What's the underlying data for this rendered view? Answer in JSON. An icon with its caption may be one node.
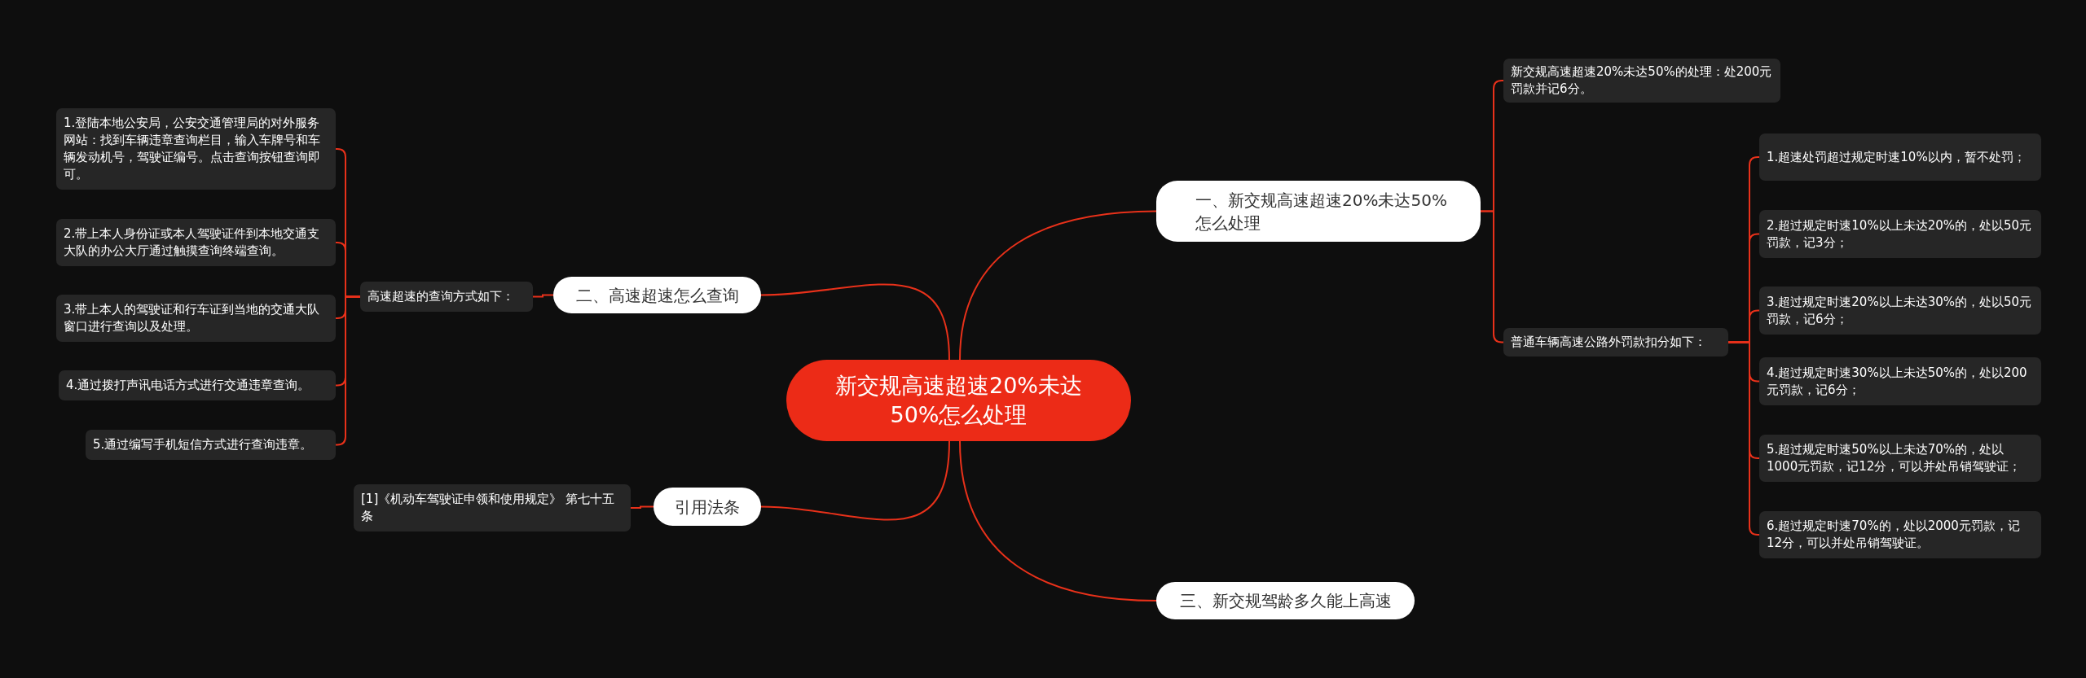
{
  "diagram": {
    "nodes": [
      {
        "text": [
          "新交规高速超速20%未达50%怎么处理"
        ]
      },
      {
        "text": [
          "一、新交规高速超速20%未达50%怎么处理"
        ]
      },
      {
        "text": [
          "新交规高速超速20%未达50%的处理：处200元罚款并记6分。"
        ]
      },
      {
        "text": [
          "普通车辆高速公路外罚款扣分如下："
        ]
      },
      {
        "text": [
          "1.超速处罚超过规定时速10%以内，暂不处罚；"
        ]
      },
      {
        "text": [
          "2.超过规定时速10%以上未达20%的，处以50元罚款，记3分；"
        ]
      },
      {
        "text": [
          "3.超过规定时速20%以上未达30%的，处以50元罚款，记6分；"
        ]
      },
      {
        "text": [
          "4.超过规定时速30%以上未达50%的，处以200元罚款，记6分；"
        ]
      },
      {
        "text": [
          "5.超过规定时速50%以上未达70%的，处以1000元罚款，记12分，可以并处吊销驾驶证；"
        ]
      },
      {
        "text": [
          "6.超过规定时速70%的，处以2000元罚款，记12分，可以并处吊销驾驶证。"
        ]
      },
      {
        "text": [
          "二、高速超速怎么查询"
        ]
      },
      {
        "text": [
          "高速超速的查询方式如下："
        ]
      },
      {
        "text": [
          "1.登陆本地公安局，公安交通管理局的对外服务网站：找到车辆违章查询栏目，输入车牌号和车辆发动机号，驾驶证编号。点击查询按钮查询即可。"
        ]
      },
      {
        "text": [
          "2.带上本人身份证或本人驾驶证件到本地交通支大队的办公大厅通过触摸查询终端查询。"
        ]
      },
      {
        "text": [
          "3.带上本人的驾驶证和行车证到当地的交通大队窗口进行查询以及处理。"
        ]
      },
      {
        "text": [
          "4.通过拨打声讯电话方式进行交通违章查询。"
        ]
      },
      {
        "text": [
          "5.通过编写手机短信方式进行查询违章。"
        ]
      },
      {
        "text": [
          "引用法条"
        ]
      },
      {
        "text": [
          "[1]《机动车驾驶证申领和使用规定》 第七十五条"
        ]
      },
      {
        "text": [
          "三、新交规驾龄多久能上高速"
        ]
      }
    ],
    "edges": [
      {
        "from": 0,
        "to": 1,
        "arrow": "none"
      },
      {
        "from": 1,
        "to": 2,
        "arrow": "none"
      },
      {
        "from": 1,
        "to": 3,
        "arrow": "none"
      },
      {
        "from": 3,
        "to": 4,
        "arrow": "none"
      },
      {
        "from": 3,
        "to": 5,
        "arrow": "none"
      },
      {
        "from": 3,
        "to": 6,
        "arrow": "none"
      },
      {
        "from": 3,
        "to": 7,
        "arrow": "none"
      },
      {
        "from": 3,
        "to": 8,
        "arrow": "none"
      },
      {
        "from": 3,
        "to": 9,
        "arrow": "none"
      },
      {
        "from": 0,
        "to": 10,
        "arrow": "none"
      },
      {
        "from": 10,
        "to": 11,
        "arrow": "none"
      },
      {
        "from": 11,
        "to": 12,
        "arrow": "none"
      },
      {
        "from": 11,
        "to": 13,
        "arrow": "none"
      },
      {
        "from": 11,
        "to": 14,
        "arrow": "none"
      },
      {
        "from": 11,
        "to": 15,
        "arrow": "none"
      },
      {
        "from": 11,
        "to": 16,
        "arrow": "none"
      },
      {
        "from": 0,
        "to": 17,
        "arrow": "none"
      },
      {
        "from": 17,
        "to": 18,
        "arrow": "none"
      },
      {
        "from": 0,
        "to": 19,
        "arrow": "none"
      }
    ]
  }
}
